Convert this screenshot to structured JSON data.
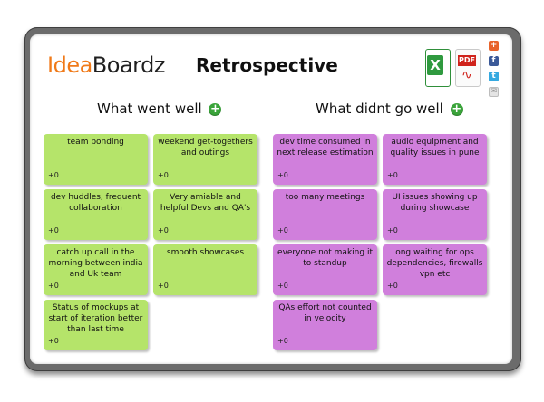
{
  "app": {
    "logo_part1": "Idea",
    "logo_part2": "Boardz",
    "title": "Retrospective"
  },
  "exports": {
    "excel_letter": "X",
    "pdf_label": "PDF"
  },
  "share": {
    "plus": "+",
    "facebook": "f",
    "twitter": "t",
    "email": "✉"
  },
  "columns": [
    {
      "heading": "What went well",
      "add_symbol": "+"
    },
    {
      "heading": "What didnt go well",
      "add_symbol": "+"
    }
  ],
  "colors": {
    "went_well": "#b5e46a",
    "didnt_go_well": "#d07fdc"
  },
  "went_well_notes": [
    {
      "text": "team bonding",
      "votes": "+0"
    },
    {
      "text": "weekend get-togethers and outings",
      "votes": "+0"
    },
    {
      "text": "dev huddles, frequent collaboration",
      "votes": "+0"
    },
    {
      "text": "Very amiable and helpful Devs and QA's",
      "votes": "+0"
    },
    {
      "text": "catch up call in the morning between india and Uk team",
      "votes": "+0"
    },
    {
      "text": "smooth showcases",
      "votes": "+0"
    },
    {
      "text": "Status of mockups at start of iteration better than last time",
      "votes": "+0"
    }
  ],
  "didnt_go_well_notes": [
    {
      "text": "dev time consumed in next release estimation",
      "votes": "+0"
    },
    {
      "text": "audio equipment and quality issues in pune",
      "votes": "+0"
    },
    {
      "text": "too many meetings",
      "votes": "+0"
    },
    {
      "text": "UI issues showing up during showcase",
      "votes": "+0"
    },
    {
      "text": "everyone not making it to standup",
      "votes": "+0"
    },
    {
      "text": "ong waiting for ops dependencies, firewalls vpn etc",
      "votes": "+0"
    },
    {
      "text": "QAs effort not counted in velocity",
      "votes": "+0"
    }
  ]
}
